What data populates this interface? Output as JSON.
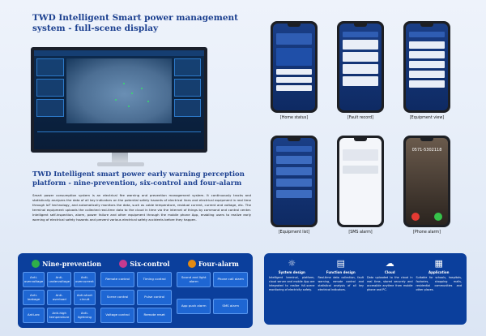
{
  "title1": "TWD Intelligent Smart power management system - full-scene display",
  "title2": "TWD Intelligent smart power early warning perception platform - nine-prevention, six-control and four-alarm",
  "body_text": "Smart power consumption system is an electrical fire warning and prevention management system. It continuously tracks and statistically analyzes the data of all key indicators on the potential safety hazards of electrical lines and electrical equipment in real time through IoT technology, and automatically monitors the data, such as cable temperature, residual current, current and voltage, etc. The terminal equipment uploads the collected real-time data to the cloud in time via the internet of things by command and control center. Intelligent self-inspection, alarm, power failure and other equipment through the mobile phone App, enabling users to realize early warning of electrical safety hazards and prevent various electrical safety accidents before they happen.",
  "phones": [
    {
      "caption": "[Home status]"
    },
    {
      "caption": "[Fault record]"
    },
    {
      "caption": "[Equipment view]"
    },
    {
      "caption": "[Equipment list]"
    },
    {
      "caption": "[SMS alarm]"
    },
    {
      "caption": "[Phone alarm]"
    }
  ],
  "call_number": "0571-5302118",
  "panel_left": {
    "heads": [
      {
        "label": "Nine-prevention",
        "color": "#2fb04a"
      },
      {
        "label": "Six-control",
        "color": "#c63a8f"
      },
      {
        "label": "Four-alarm",
        "color": "#e38a12"
      }
    ],
    "nine": [
      "Anti-overvoltage",
      "Anti-undervoltage",
      "Anti-overcurrent",
      "Anti-leakage",
      "Anti-overload",
      "Anti-short circuit",
      "Anti-arc",
      "Anti-high temperature",
      "Anti-lightning"
    ],
    "six": [
      "Remote control",
      "Timing control",
      "Scene control",
      "Pulse control",
      "Voltage control",
      "Remote reset"
    ],
    "four": [
      "Sound and light alarm",
      "Phone call alarm",
      "App push alarm",
      "SMS alarm"
    ]
  },
  "panel_right": [
    {
      "icon": "☼",
      "title": "System design",
      "text": "Intelligent terminal, platform, cloud server and mobile App are integrated to realize full-scene monitoring of electricity safety."
    },
    {
      "icon": "▤",
      "title": "Function design",
      "text": "Real-time data collection, fault warning, remote control and statistical analysis of all key electrical indicators."
    },
    {
      "icon": "☁",
      "title": "Cloud",
      "text": "Data uploaded to the cloud in real time, stored securely and accessible anytime from mobile phone and PC."
    },
    {
      "icon": "▦",
      "title": "Application",
      "text": "Suitable for schools, hospitals, factories, shopping malls, residential communities and other places."
    }
  ]
}
